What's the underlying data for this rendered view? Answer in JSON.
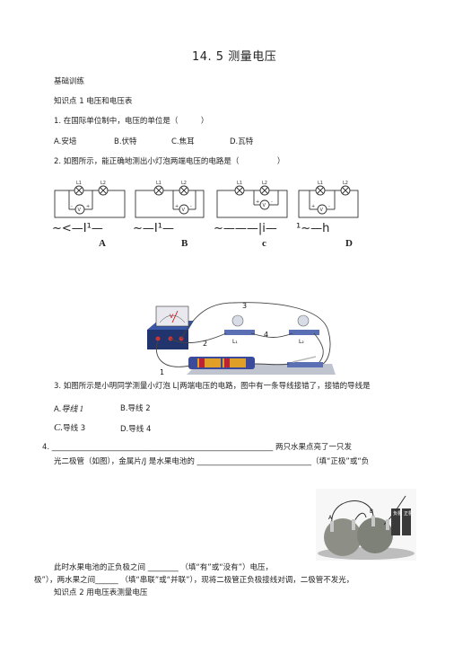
{
  "title": "14. 5 测量电压",
  "section": "基础训练",
  "kp1": "知识点 1 电压和电压表",
  "q1": {
    "stem": "1. 在国际单位制中，电压的单位是（　　　）",
    "options": [
      "A.安培",
      "B.伏特",
      "C.焦耳",
      "D.瓦特"
    ]
  },
  "q2": {
    "stem": "2. 如图所示，能正确地测出小灯泡两端电压的电路是（　　　　　）",
    "diagram_labels": {
      "l1": "L1",
      "l2": "L2",
      "meter": "V",
      "plus": "+",
      "minus": "-"
    },
    "wire_texts": [
      "~<—I¹—",
      "~—I¹—",
      "~———|i—",
      "¹~—h"
    ],
    "choice_labels": [
      "A",
      "B",
      "c",
      "D"
    ]
  },
  "q3": {
    "photo_labels": {
      "n1": "1",
      "n2": "2",
      "n3": "3",
      "n4": "4",
      "la": "L₁",
      "lb": "L₂",
      "meter": "V"
    },
    "stem": "3. 如图所示是小明同学测量小灯泡 L|两端电压的电路，图中有一条导线接错了，接错的导线是",
    "options": [
      {
        "key": "A.",
        "text": "导线 1"
      },
      {
        "key": "B.",
        "text": "导线 2"
      },
      {
        "key": "C.",
        "text": "导线 3"
      },
      {
        "key": "D.",
        "text": "导线 4"
      }
    ]
  },
  "q4": {
    "line1": "4. __________________________________________________________ 两只水果点亮了一只发",
    "line2": "光二极管（如图），金属片/J 是水果电池的 ______________________________（填“正极”或“负",
    "photo_labels": {
      "a": "A",
      "b": "B",
      "neg": "负极",
      "pos": "正极"
    },
    "line3": "此时水果电池的正负极之间 ________ （填“有”或“没有”）电压，",
    "line4": "极”），两水果之间______ （填“串联”或“并联”），现将二极管正负极接线对调，二极管不发光，"
  },
  "kp2": "知识点 2 用电压表测量电压"
}
